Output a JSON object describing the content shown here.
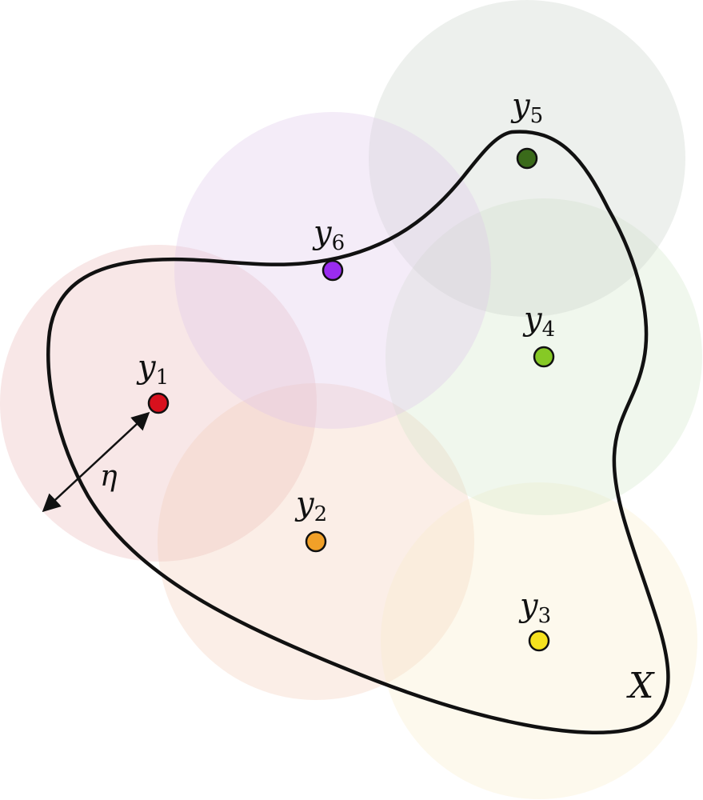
{
  "figure": {
    "background": "#ffffff",
    "curve_color": "#111111",
    "set_label": "X",
    "radius_label": "η",
    "points": [
      {
        "label": "y",
        "index": "1",
        "color": "#d7101d",
        "ball_color": "#e8b4b4"
      },
      {
        "label": "y",
        "index": "2",
        "color": "#f1a028",
        "ball_color": "#f4c9b4"
      },
      {
        "label": "y",
        "index": "3",
        "color": "#f6e21e",
        "ball_color": "#f8ecc8"
      },
      {
        "label": "y",
        "index": "4",
        "color": "#86c925",
        "ball_color": "#cfe6c8"
      },
      {
        "label": "y",
        "index": "5",
        "color": "#3a6a1a",
        "ball_color": "#c8cfc8"
      },
      {
        "label": "y",
        "index": "6",
        "color": "#9a2cf0",
        "ball_color": "#dcc4e8"
      }
    ]
  }
}
